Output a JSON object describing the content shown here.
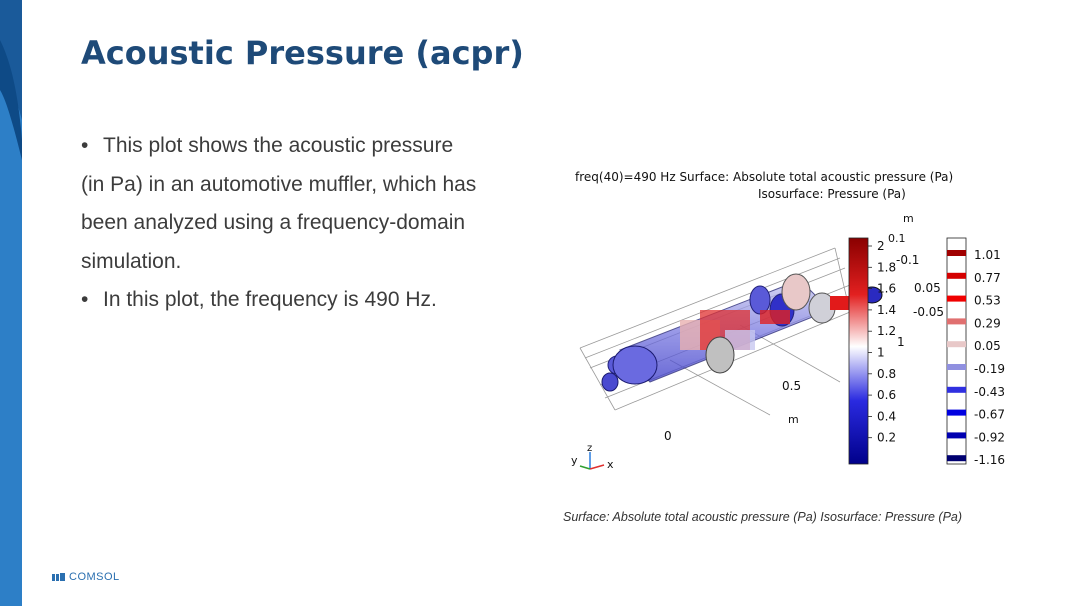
{
  "slide": {
    "title": "Acoustic Pressure (acpr)",
    "bullets": [
      "This plot shows the acoustic pressure",
      "(in Pa) in an automotive muffler, which has",
      "been analyzed using a frequency-domain",
      "simulation.",
      "In this plot, the frequency is 490 Hz."
    ],
    "bullet_glyph": "•",
    "caption": "Surface: Absolute total acoustic pressure (Pa) Isosurface: Pressure (Pa)",
    "logo_text": "COMSOL",
    "logo_icon": "comsol-logo-icon"
  },
  "plot": {
    "header_line1": "freq(40)=490 Hz  Surface: Absolute total acoustic pressure (Pa)",
    "header_line2": "Isosurface: Pressure (Pa)",
    "axis_labels": {
      "unit_top": "m",
      "y_ticks": [
        "-0.1",
        "0.05",
        "-0.05"
      ],
      "z_ticks": [
        "0.1",
        "1"
      ],
      "x_tick_05": "0.5",
      "x_unit": "m",
      "x_tick_0": "0"
    },
    "triad": {
      "y": "y",
      "z": "z",
      "x": "x"
    },
    "surface_colorbar": {
      "ticks": [
        "2",
        "1.8",
        "1.6",
        "1.4",
        "1.2",
        "1",
        "0.8",
        "0.6",
        "0.4",
        "0.2"
      ],
      "colors": {
        "high": "#a00000",
        "mid": "#ffffff",
        "low": "#0000a0"
      }
    },
    "isosurface_legend": {
      "levels": [
        "1.01",
        "0.77",
        "0.53",
        "0.29",
        "0.05",
        "-0.19",
        "-0.43",
        "-0.67",
        "-0.92",
        "-1.16"
      ],
      "colors": [
        "#a00000",
        "#d40000",
        "#f00000",
        "#e07070",
        "#e8c8c8",
        "#9090e0",
        "#3030e0",
        "#0000e0",
        "#0000b0",
        "#000070"
      ]
    }
  },
  "colors": {
    "title": "#1e4a78",
    "accent_bar": "#2a7bc4",
    "logo": "#2a6fb0"
  }
}
